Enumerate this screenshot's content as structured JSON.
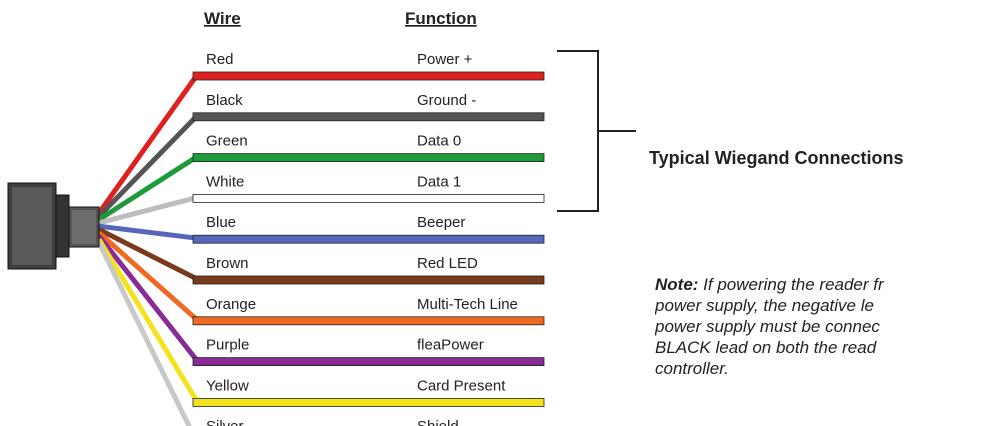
{
  "headers": {
    "wire": "Wire",
    "function": "Function"
  },
  "wires": [
    {
      "wire": "Red",
      "function": "Power +",
      "color": "#e02020"
    },
    {
      "wire": "Black",
      "function": "Ground -",
      "color": "#555555"
    },
    {
      "wire": "Green",
      "function": "Data 0",
      "color": "#1e9a3a"
    },
    {
      "wire": "White",
      "function": "Data 1",
      "color": "#ffffff"
    },
    {
      "wire": "Blue",
      "function": "Beeper",
      "color": "#5566bb"
    },
    {
      "wire": "Brown",
      "function": "Red LED",
      "color": "#7a3a1c"
    },
    {
      "wire": "Orange",
      "function": "Multi-Tech Line",
      "color": "#ee6a22"
    },
    {
      "wire": "Purple",
      "function": "fleaPower",
      "color": "#8a2a96"
    },
    {
      "wire": "Yellow",
      "function": "Card Present",
      "color": "#f4e21a"
    },
    {
      "wire": "Silver",
      "function": "Shield",
      "color": "#c8c8c8"
    }
  ],
  "bracket": {
    "label": "Typical Wiegand Connections"
  },
  "note": {
    "lead": "Note:",
    "lines": [
      " If powering the reader fr",
      "power supply, the negative le",
      "power supply must be connec",
      "BLACK lead on both the read",
      "controller."
    ]
  }
}
